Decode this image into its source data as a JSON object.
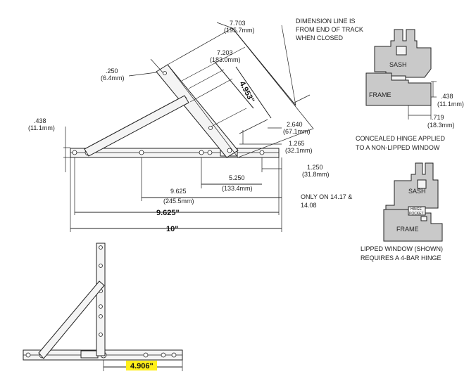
{
  "dimensions": {
    "d_7703": "7.703",
    "d_7703_mm": "(195.7mm)",
    "d_7203": "7.203",
    "d_7203_mm": "(183.0mm)",
    "d_250": ".250",
    "d_250_mm": "(6.4mm)",
    "d_4953": "4.953\"",
    "d_2640": "2.640",
    "d_2640_mm": "(67.1mm)",
    "d_1265": "1.265",
    "d_1265_mm": "(32.1mm)",
    "d_438": ".438",
    "d_438_mm": "(11.1mm)",
    "d_1250": "1.250",
    "d_1250_mm": "(31.8mm)",
    "d_5250": "5.250",
    "d_5250_mm": "(133.4mm)",
    "d_9625": "9.625",
    "d_9625_mm": "(245.5mm)",
    "d_9625_b": "9.625\"",
    "d_10": "10\"",
    "d_4906": "4.906\""
  },
  "notes": {
    "dim_line_1": "DIMENSION LINE IS",
    "dim_line_2": "FROM END OF TRACK",
    "dim_line_3": "WHEN CLOSED",
    "only_1": "ONLY ON 14.17 &",
    "only_2": "14.08"
  },
  "concealed": {
    "sash": "SASH",
    "frame": "FRAME",
    "d_438": ".438",
    "d_438_mm": "(11.1mm)",
    "d_719": ".719",
    "d_719_mm": "(18.3mm)",
    "caption_1": "CONCEALED HINGE APPLIED",
    "caption_2": "TO A NON-LIPPED WINDOW"
  },
  "lipped": {
    "sash": "SASH",
    "frame": "FRAME",
    "hinge_1": "HINGE",
    "hinge_2": "POCKET",
    "caption_1": "LIPPED WINDOW (SHOWN)",
    "caption_2": "REQUIRES A 4-BAR HINGE"
  },
  "colors": {
    "highlight": "#ffef1a",
    "line": "#222222",
    "wood": "#c9c9c9"
  }
}
